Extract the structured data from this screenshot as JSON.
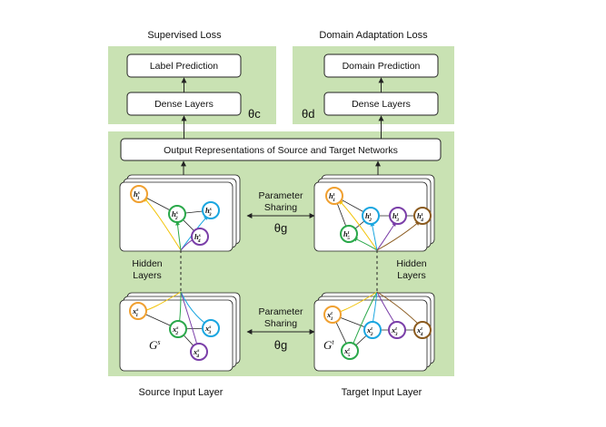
{
  "headers": {
    "supervised_loss": "Supervised Loss",
    "domain_adaptation_loss": "Domain Adaptation Loss"
  },
  "classifier": {
    "prediction_label": "Label Prediction",
    "dense_label": "Dense Layers",
    "theta": "θc"
  },
  "discriminator": {
    "prediction_label": "Domain Prediction",
    "dense_label": "Dense Layers",
    "theta": "θd"
  },
  "output_representations": "Output Representations of Source and Target Networks",
  "parameter_sharing": {
    "line1": "Parameter",
    "line2": "Sharing",
    "theta": "θg"
  },
  "hidden_layers": {
    "line1": "Hidden",
    "line2": "Layers"
  },
  "source_graph": {
    "label": "G",
    "sup": "s",
    "input_nodes": [
      {
        "base": "x",
        "sup": "s",
        "sub": "1"
      },
      {
        "base": "x",
        "sup": "s",
        "sub": "2"
      },
      {
        "base": "x",
        "sup": "s",
        "sub": "3"
      },
      {
        "base": "x",
        "sup": "s",
        "sub": "4"
      }
    ],
    "hidden_nodes": [
      {
        "base": "h",
        "sup": "s",
        "sub": "1"
      },
      {
        "base": "h",
        "sup": "s",
        "sub": "2"
      },
      {
        "base": "h",
        "sup": "s",
        "sub": "3"
      },
      {
        "base": "h",
        "sup": "s",
        "sub": "4"
      }
    ]
  },
  "target_graph": {
    "label": "G",
    "sup": "t",
    "input_nodes": [
      {
        "base": "x",
        "sup": "t",
        "sub": "1"
      },
      {
        "base": "x",
        "sup": "t",
        "sub": "2"
      },
      {
        "base": "x",
        "sup": "t",
        "sub": "3"
      },
      {
        "base": "x",
        "sup": "t",
        "sub": "4"
      },
      {
        "base": "x",
        "sup": "t",
        "sub": "5"
      }
    ],
    "hidden_nodes": [
      {
        "base": "h",
        "sup": "t",
        "sub": "1"
      },
      {
        "base": "h",
        "sup": "t",
        "sub": "2"
      },
      {
        "base": "h",
        "sup": "t",
        "sub": "3"
      },
      {
        "base": "h",
        "sup": "t",
        "sub": "4"
      },
      {
        "base": "h",
        "sup": "t",
        "sub": "5"
      }
    ]
  },
  "footers": {
    "source_input": "Source Input Layer",
    "target_input": "Target Input Layer"
  },
  "colors": {
    "panel_green": "#c9e2b3",
    "orange": "#f0a030",
    "green": "#2aa84a",
    "cyan": "#1aa6e0",
    "purple": "#7a3ea8",
    "yellow": "#f2c40a",
    "brown": "#8a5a1e"
  }
}
